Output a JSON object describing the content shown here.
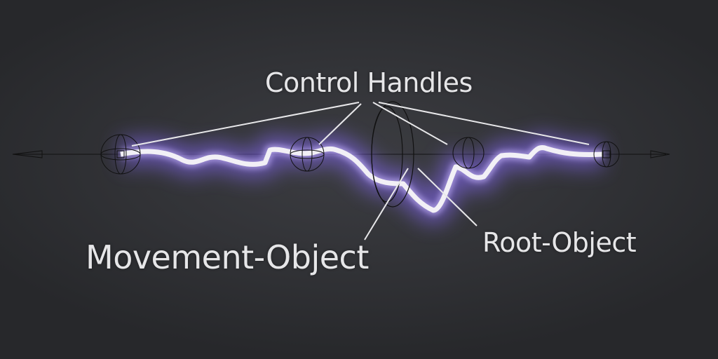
{
  "labels": {
    "control_handles": "Control Handles",
    "movement_object": "Movement-Object",
    "root_object": "Root-Object"
  },
  "colors": {
    "background": "#2e2f33",
    "glow": "#8f6bff",
    "bolt": "#f2f0f6",
    "wire": "#111111",
    "leader": "#e8e8ea"
  }
}
